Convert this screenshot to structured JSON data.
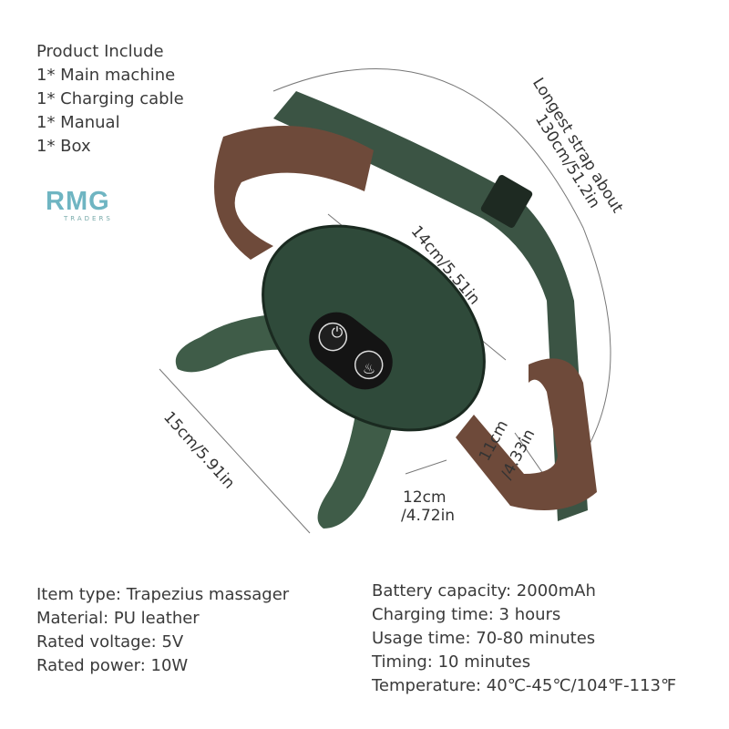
{
  "includes": {
    "title": "Product Include",
    "items": [
      "1* Main machine",
      "1* Charging cable",
      "1* Manual",
      "1* Box"
    ]
  },
  "logo": {
    "text": "RMG",
    "sub": "TRADERS"
  },
  "dimensions": {
    "strap": [
      "Longest strap about",
      "130cm/51.2in"
    ],
    "length": "14cm/5.51in",
    "width": "15cm/5.91in",
    "depth": [
      "11cm",
      "/4.33in"
    ],
    "height": [
      "12cm",
      "/4.72in"
    ]
  },
  "specs_left": [
    "Item type: Trapezius massager",
    "Material: PU leather",
    "Rated voltage: 5V",
    "Rated power: 10W"
  ],
  "specs_right": [
    "Battery capacity: 2000mAh",
    "Charging time: 3 hours",
    "Usage time: 70-80 minutes",
    "Timing: 10 minutes",
    "Temperature: 40℃-45℃/104℉-113℉"
  ],
  "colors": {
    "body": "#2f4a3a",
    "strap_green": "#3b5444",
    "strap_brown": "#6e4a3a",
    "text": "#3a3a3a"
  }
}
